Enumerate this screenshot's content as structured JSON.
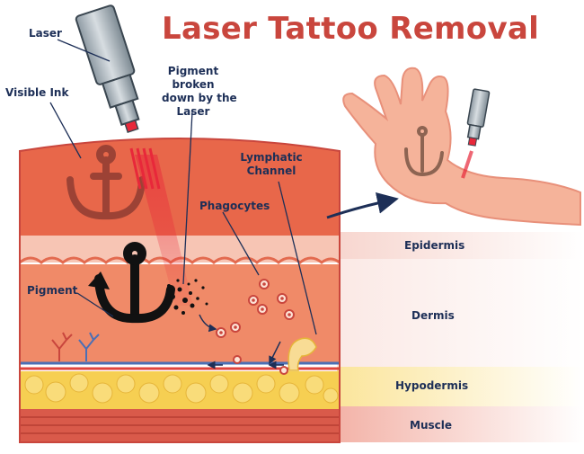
{
  "title": "Laser Tattoo Removal",
  "labels": {
    "laser": "Laser",
    "visible_ink": "Visible Ink",
    "pigment_broken_1": "Pigment",
    "pigment_broken_2": "broken",
    "pigment_broken_3": "down by the",
    "pigment_broken_4": "Laser",
    "lymphatic_1": "Lymphatic",
    "lymphatic_2": "Channel",
    "phagocytes": "Phagocytes",
    "pigment": "Pigment"
  },
  "layers": {
    "epidermis": "Epidermis",
    "dermis": "Dermis",
    "hypodermis": "Hypodermis",
    "muscle": "Muscle"
  },
  "colors": {
    "title": "#c9463d",
    "label": "#1d2f57",
    "skin_top": "#e8674a",
    "dermis": "#f08a68",
    "epidermis_band": "#f7c5b4",
    "fat": "#f6cf52",
    "muscle": "#d95a4a",
    "ink": "#1b1b1b",
    "laser_beam": "#e8283a"
  }
}
